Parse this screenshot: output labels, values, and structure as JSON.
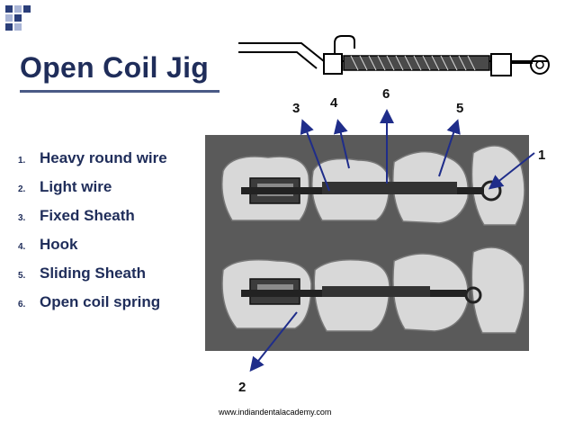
{
  "slide": {
    "title": "Open Coil Jig",
    "items": [
      {
        "num": "1.",
        "text": "Heavy round wire"
      },
      {
        "num": "2.",
        "text": "Light wire"
      },
      {
        "num": "3.",
        "text": "Fixed Sheath"
      },
      {
        "num": "4.",
        "text": "Hook"
      },
      {
        "num": "5.",
        "text": "Sliding Sheath"
      },
      {
        "num": "6.",
        "text": "Open coil spring"
      }
    ],
    "labels": {
      "l1": "1",
      "l2": "2",
      "l3": "3",
      "l4": "4",
      "l5": "5",
      "l6": "6"
    },
    "footer": "www.indiandentalacademy.com"
  },
  "colors": {
    "title": "#1f2d5a",
    "arrow": "#1f2d8a",
    "corner_dark": "#2b3f7a",
    "corner_light": "#a9b5d6"
  }
}
